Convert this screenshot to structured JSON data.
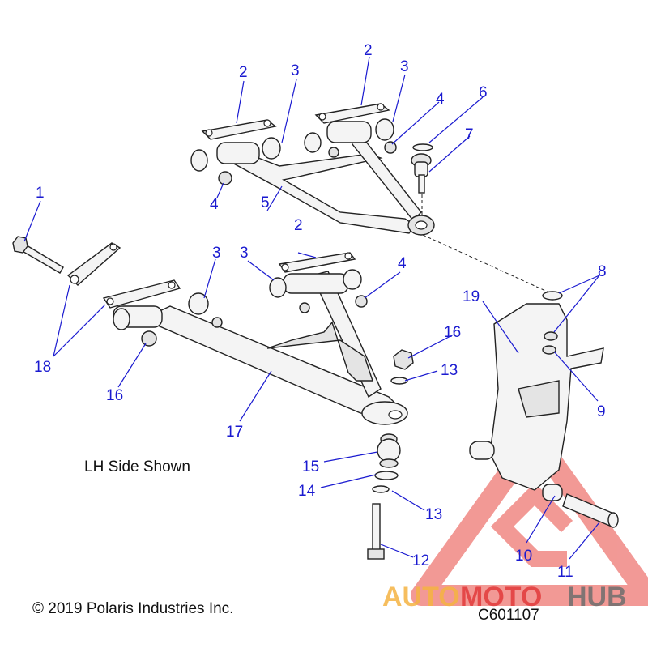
{
  "diagram": {
    "callouts": [
      "1",
      "2",
      "2",
      "2",
      "3",
      "3",
      "3",
      "3",
      "4",
      "4",
      "4",
      "5",
      "6",
      "7",
      "8",
      "9",
      "10",
      "11",
      "12",
      "13",
      "13",
      "14",
      "15",
      "16",
      "16",
      "17",
      "18",
      "19"
    ],
    "side_note": "LH Side Shown",
    "copyright": "© 2019 Polaris Industries Inc.",
    "drawing_number": "C601107"
  },
  "watermark": {
    "brand_part1": "AUTO",
    "brand_part2": "MOTO",
    "brand_part3": "HUB",
    "colors": {
      "auto": "#f5b342",
      "moto": "#e23b3b",
      "hub": "#6e6e6e",
      "triangle": "#e8463f"
    }
  },
  "colors": {
    "callout": "#1a1ad0",
    "line": "#222222"
  }
}
